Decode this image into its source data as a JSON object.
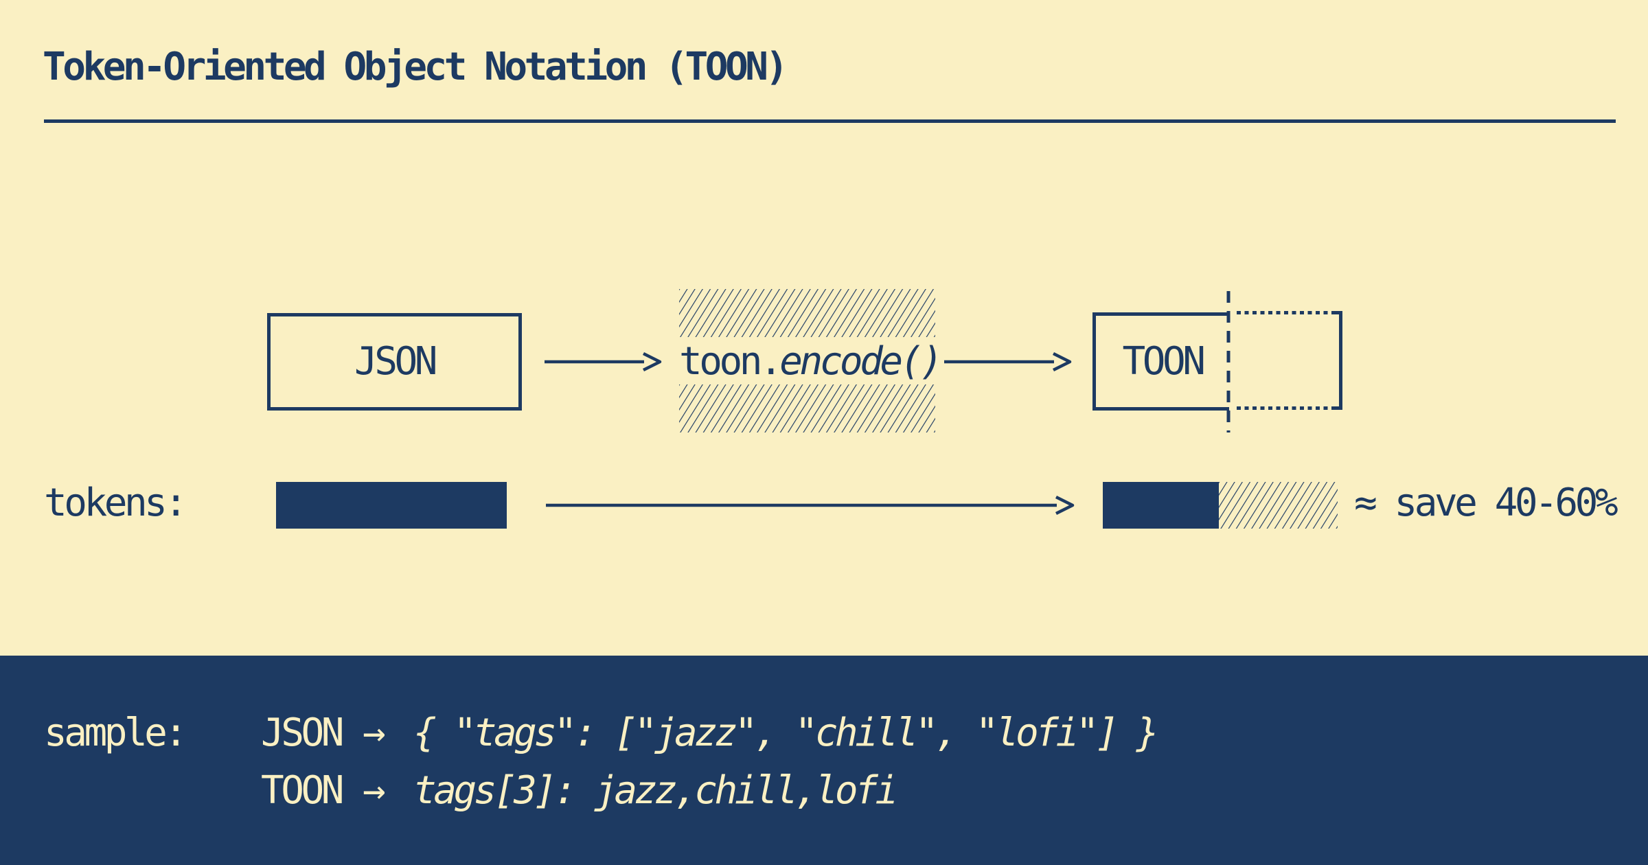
{
  "palette": {
    "cream": "#FAF0C3",
    "navy": "#1D3A62"
  },
  "header": {
    "title": "Token-Oriented Object Notation (TOON)"
  },
  "flow": {
    "input_label": "JSON",
    "encoder_prefix": "toon.",
    "encoder_call": "encode()",
    "output_label": "TOON"
  },
  "tokens_row": {
    "label": "tokens:",
    "savings_note": "≈ save 40-60%"
  },
  "sample": {
    "label": "sample:",
    "rows": [
      {
        "format": "JSON",
        "arrow": "→",
        "code": "{ \"tags\": [\"jazz\", \"chill\", \"lofi\"] }"
      },
      {
        "format": "TOON",
        "arrow": "→",
        "code": "tags[3]: jazz,chill,lofi"
      }
    ]
  }
}
